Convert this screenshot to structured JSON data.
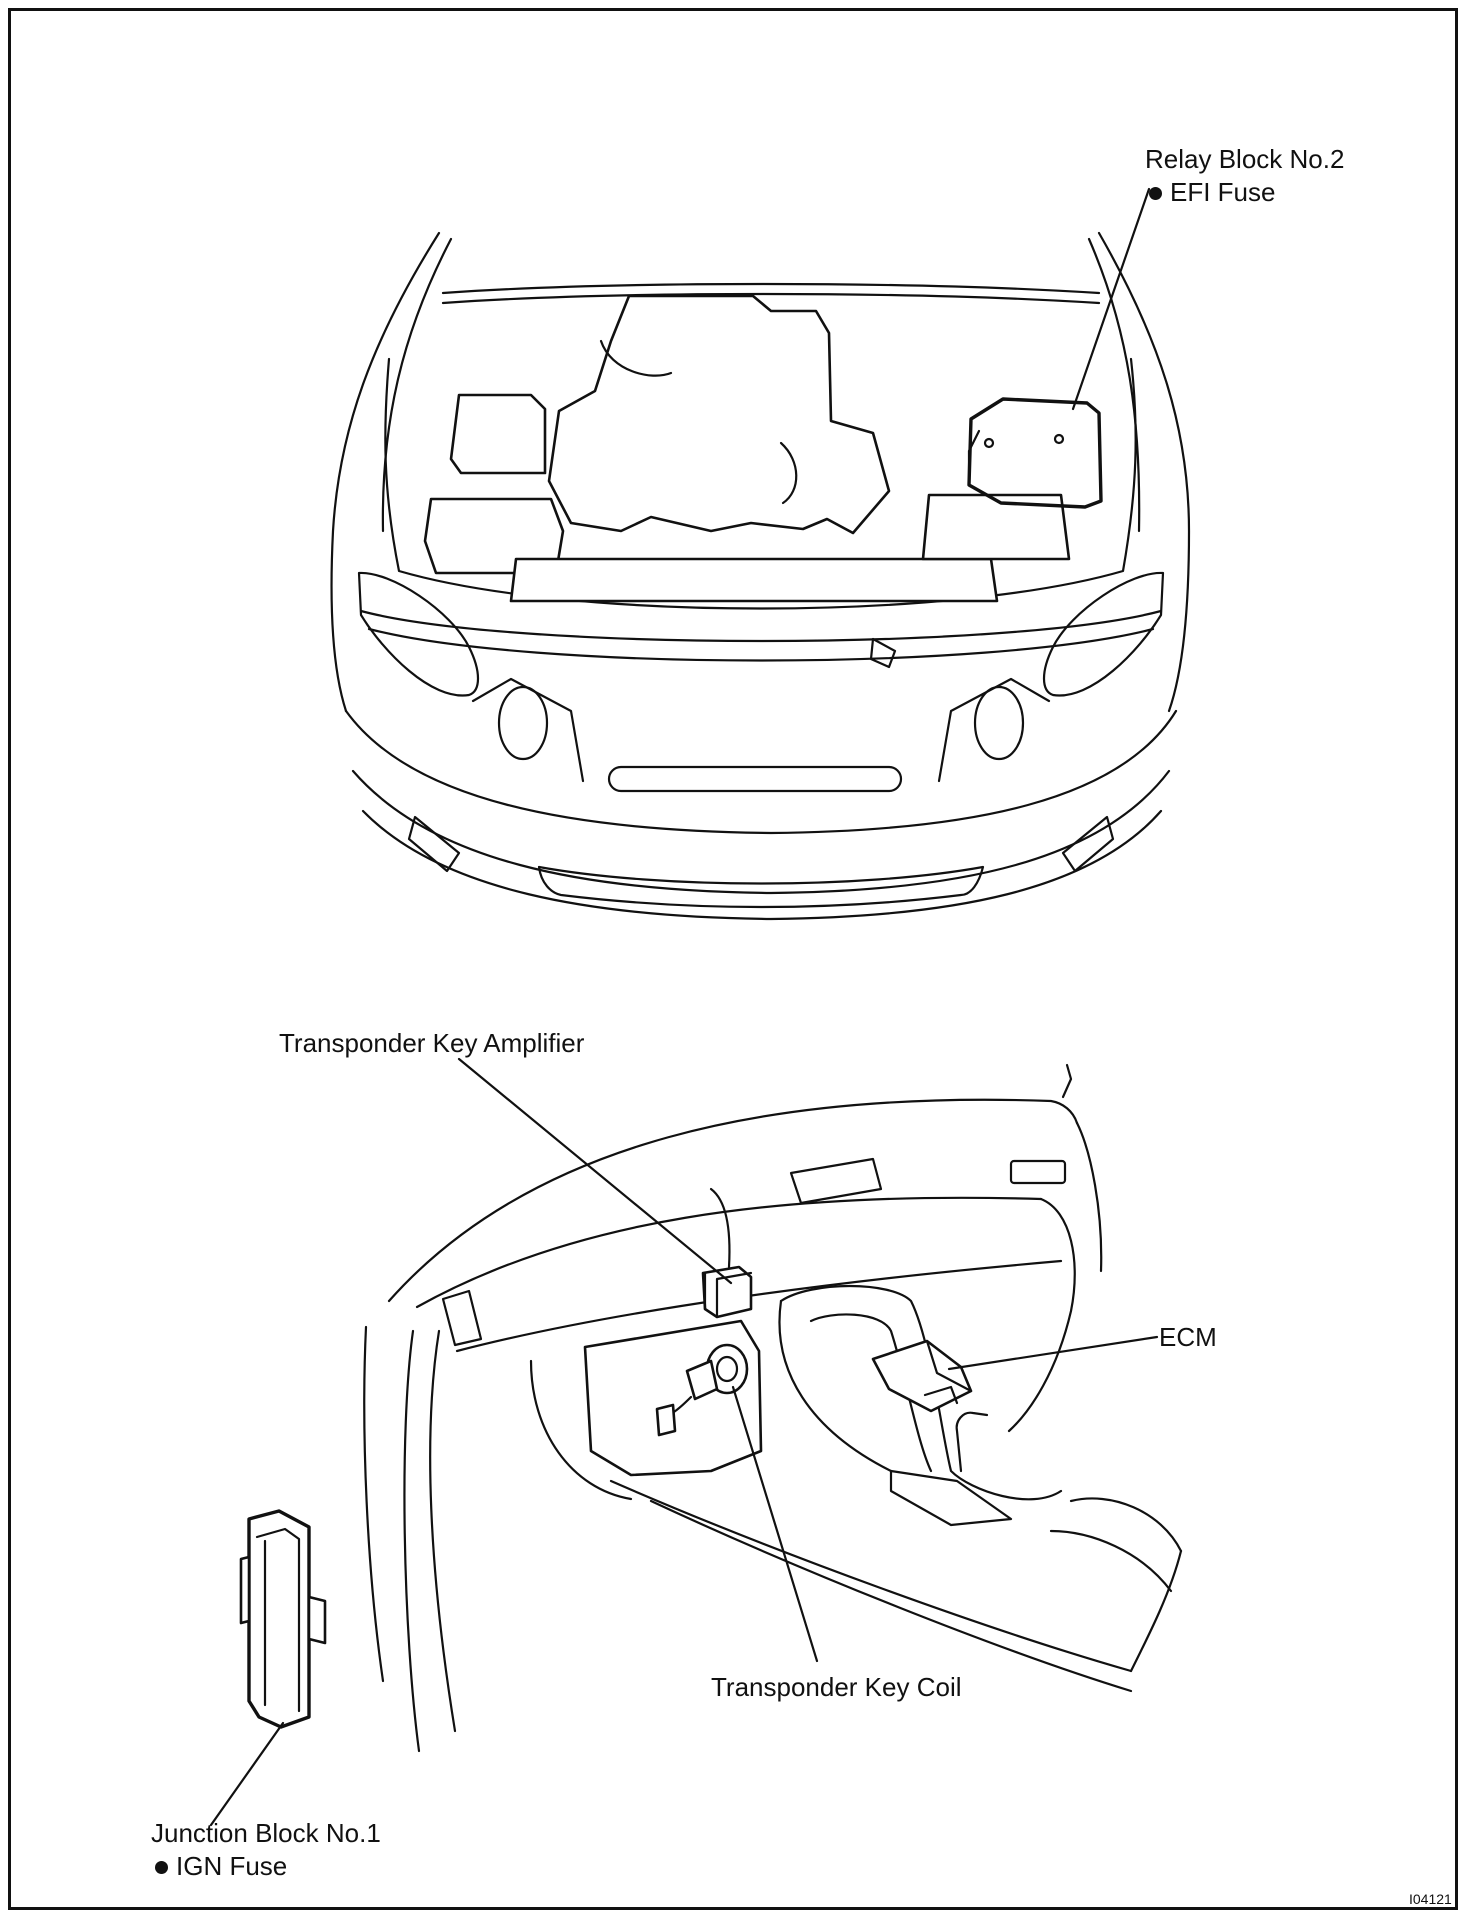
{
  "labels": {
    "relay_block": {
      "title": "Relay Block No.2",
      "item": "EFI Fuse"
    },
    "junction_block": {
      "title": "Junction Block No.1",
      "item": "IGN Fuse"
    },
    "amplifier": "Transponder Key Amplifier",
    "ecm": "ECM",
    "coil": "Transponder Key Coil"
  },
  "figure_id": "I04121",
  "colors": {
    "line": "#111111",
    "background": "#ffffff"
  }
}
